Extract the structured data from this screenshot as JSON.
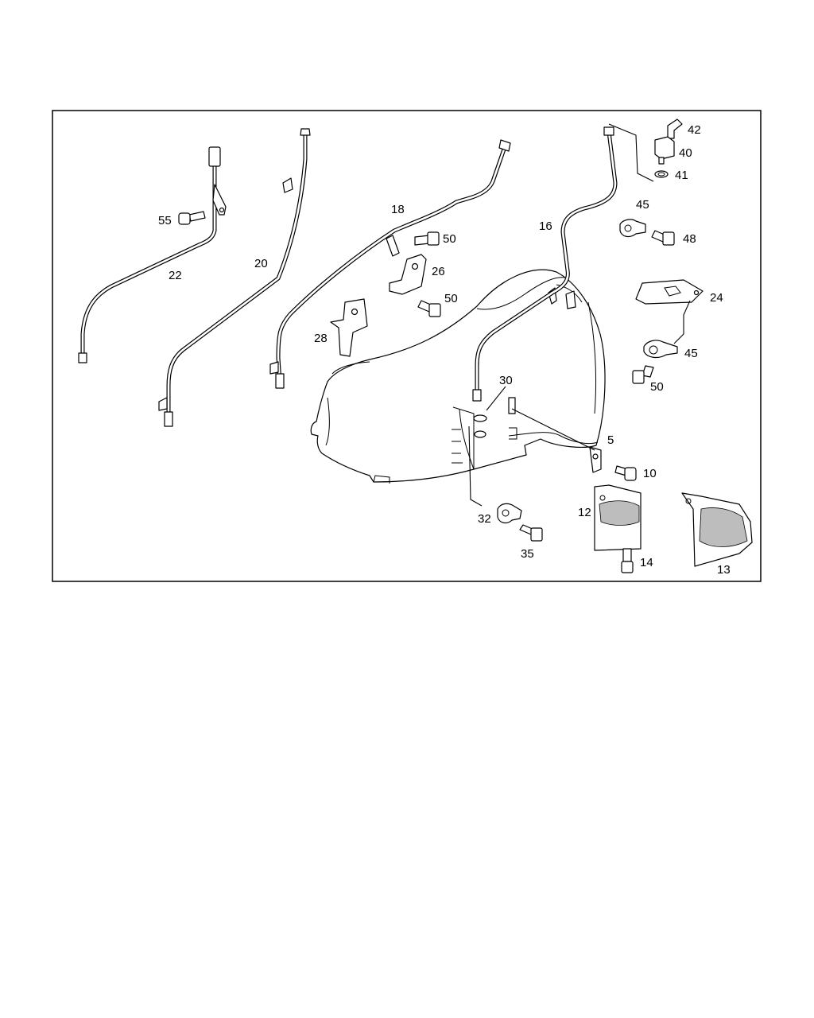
{
  "callouts": {
    "c5": "5",
    "c10": "10",
    "c12": "12",
    "c13": "13",
    "c14": "14",
    "c16": "16",
    "c18": "18",
    "c20": "20",
    "c22": "22",
    "c24": "24",
    "c26": "26",
    "c28": "28",
    "c30": "30",
    "c32": "32",
    "c35": "35",
    "c40": "40",
    "c41": "41",
    "c42": "42",
    "c45a": "45",
    "c45b": "45",
    "c48": "48",
    "c50a": "50",
    "c50b": "50",
    "c50c": "50",
    "c55": "55"
  }
}
